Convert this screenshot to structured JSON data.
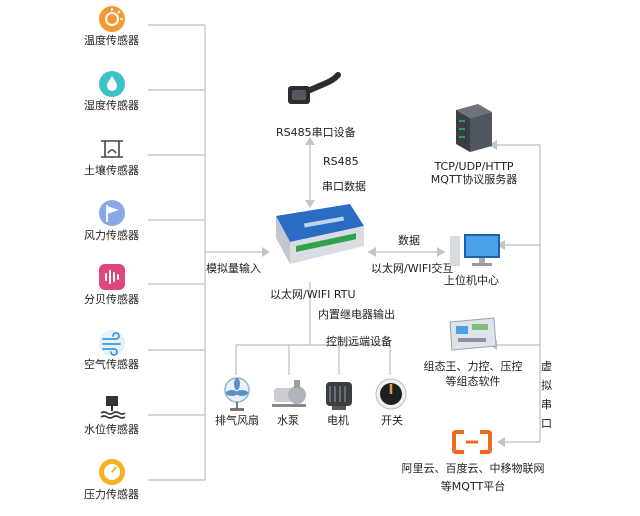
{
  "sensors": [
    {
      "label": "温度传感器",
      "icon": "thermometer-icon",
      "color": "#f39a34"
    },
    {
      "label": "湿度传感器",
      "icon": "humidity-icon",
      "color": "#3cc1c8"
    },
    {
      "label": "土壤传感器",
      "icon": "soil-icon",
      "color": "#555555"
    },
    {
      "label": "风力传感器",
      "icon": "wind-flag-icon",
      "color": "#8aa8e8"
    },
    {
      "label": "分贝传感器",
      "icon": "sound-wave-icon",
      "color": "#e0457e"
    },
    {
      "label": "空气传感器",
      "icon": "air-icon",
      "color": "#3a9be0"
    },
    {
      "label": "水位传感器",
      "icon": "water-level-icon",
      "color": "#444444"
    },
    {
      "label": "压力传感器",
      "icon": "pressure-gauge-icon",
      "color": "#f6b21e"
    }
  ],
  "analog_input_label": "模拟量输入",
  "rs485_device_label": "RS485串口设备",
  "rs485_label": "RS485",
  "serial_data_label": "串口数据",
  "rtu_label": "以太网/WIFI RTU",
  "relay_output_label": "内置继电器输出",
  "remote_control_label": "控制远端设备",
  "devices": [
    {
      "label": "排气风扇",
      "icon": "fan-icon"
    },
    {
      "label": "水泵",
      "icon": "water-pump-icon"
    },
    {
      "label": "电机",
      "icon": "motor-icon"
    },
    {
      "label": "开关",
      "icon": "switch-knob-icon"
    }
  ],
  "server_label_line1": "TCP/UDP/HTTP",
  "server_label_line2": "MQTT协议服务器",
  "data_label": "数据",
  "ethernet_wifi_label": "以太网/WIFI交互",
  "host_label": "上位机中心",
  "scada_label_line1": "组态王、力控、压控",
  "scada_label_line2": "等组态软件",
  "cloud_label_line1": "阿里云、百度云、中移物联网",
  "cloud_label_line2": "等MQTT平台",
  "virtual_serial_chars": [
    "虚",
    "拟",
    "串",
    "口"
  ],
  "colors": {
    "line": "#b5b5b5",
    "arrow": "#c9c9c9",
    "rtu_blue": "#2a6bc4",
    "terminal_green": "#2fa34a"
  }
}
